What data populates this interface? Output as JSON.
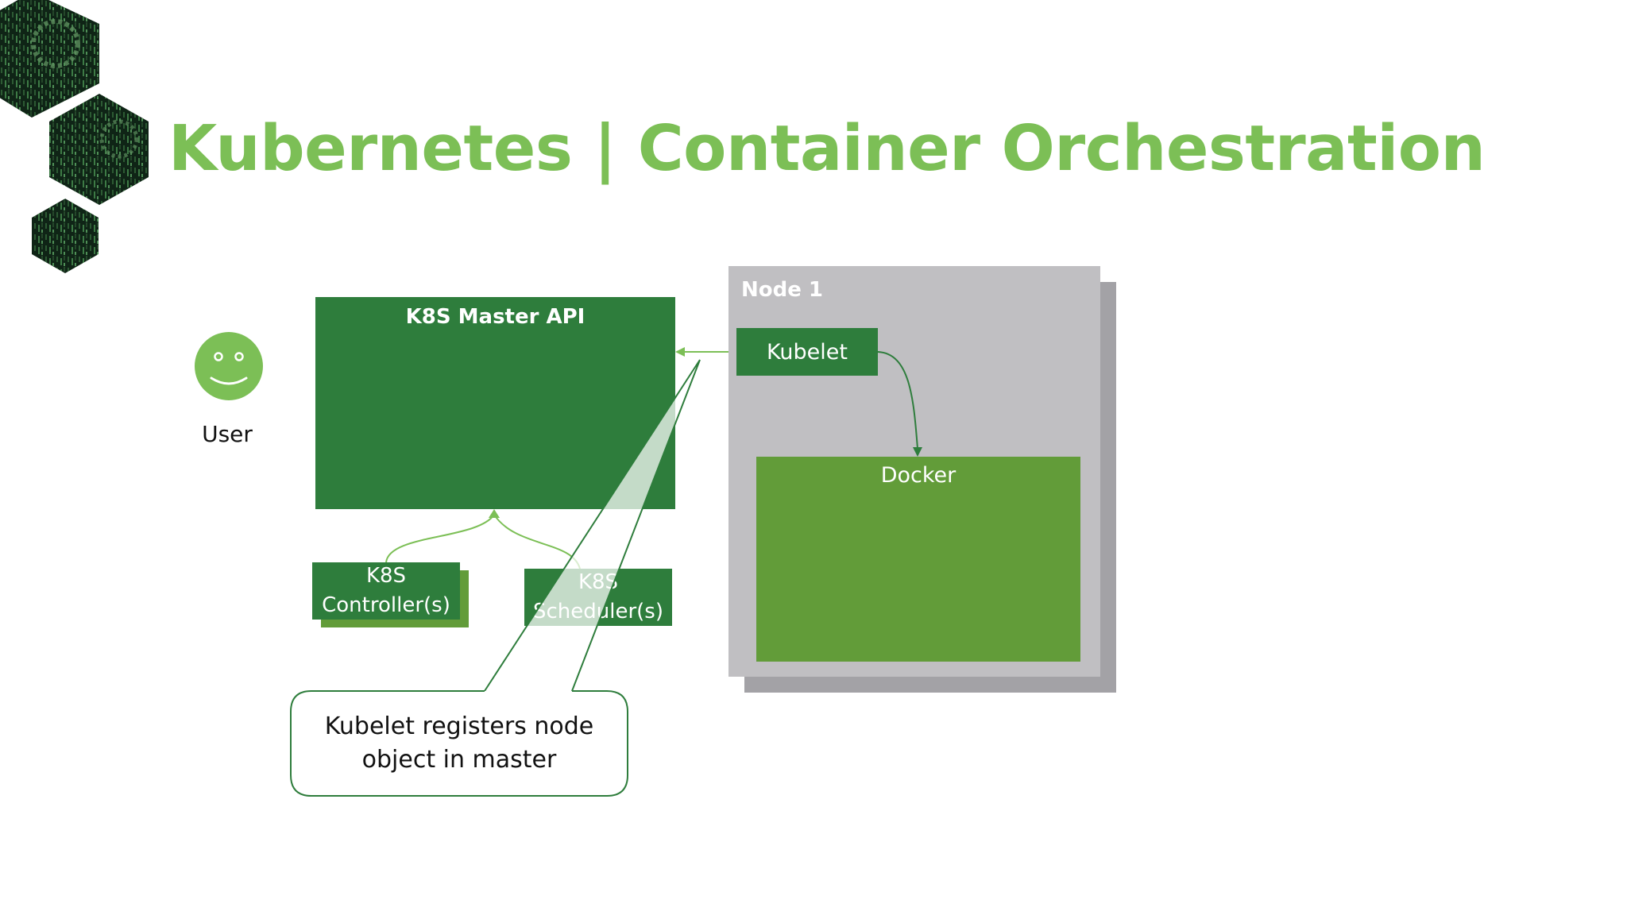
{
  "slide": {
    "title": "Kubernetes | Container Orchestration",
    "title_color": "#7cbf56"
  },
  "user": {
    "label": "User",
    "icon": "smiley-face-icon",
    "color": "#7cbf56"
  },
  "master": {
    "label": "K8S Master API",
    "color": "#2e7d3c"
  },
  "controller": {
    "line1": "K8S",
    "line2": "Controller(s)"
  },
  "scheduler": {
    "line1": "K8S",
    "line2": "Scheduler(s)"
  },
  "node": {
    "label": "Node 1",
    "color": "#c0bfc2",
    "kubelet": "Kubelet",
    "docker": "Docker",
    "docker_color": "#629c39"
  },
  "callout": {
    "line1": "Kubelet registers node",
    "line2": "object in master"
  },
  "decoration": {
    "icon": "hexagon-gears-decoration"
  }
}
